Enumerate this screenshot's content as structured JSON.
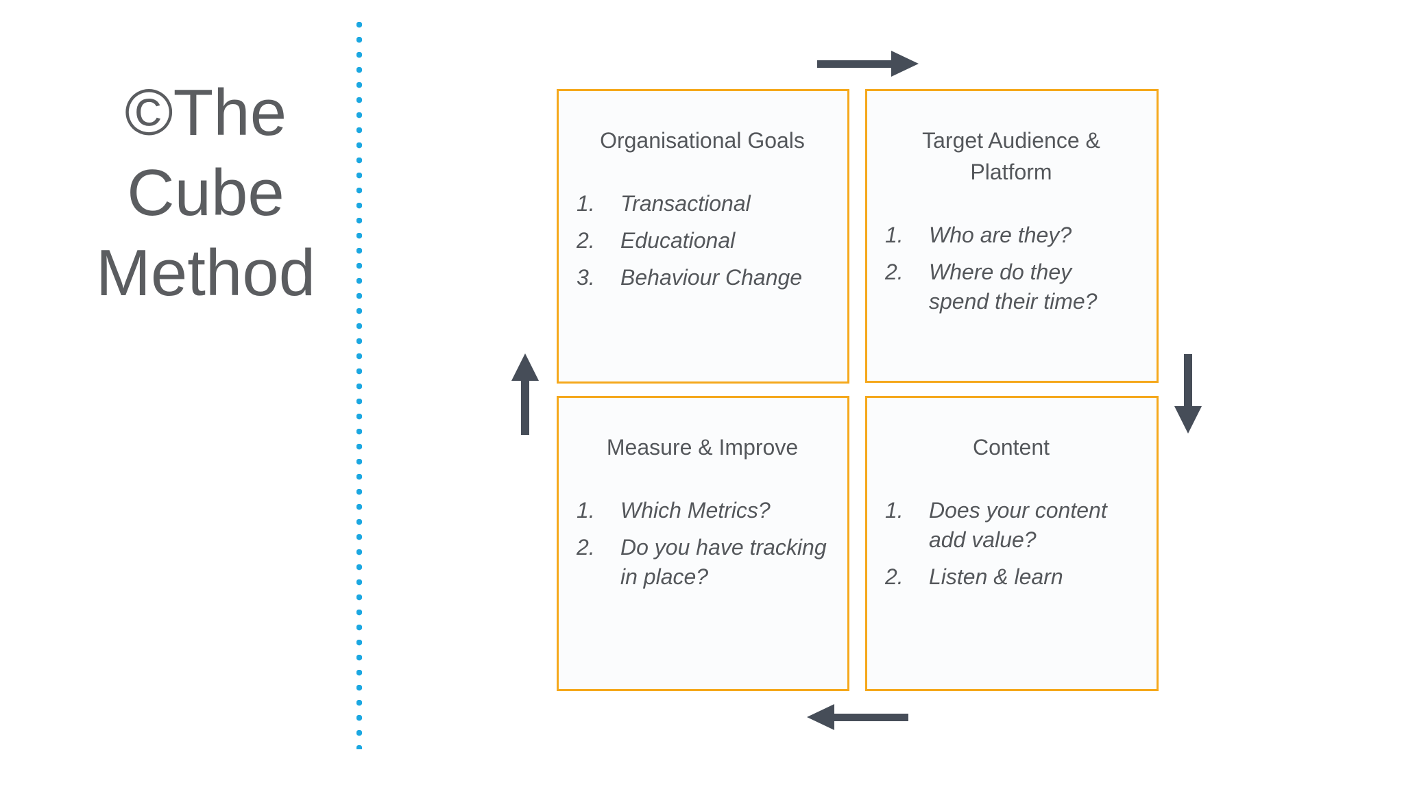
{
  "title": {
    "text": "©The Cube Method"
  },
  "colors": {
    "title_text": "#5B5D60",
    "body_text": "#54575B",
    "quadrant_border": "#F5A81C",
    "quadrant_fill": "#FBFCFD",
    "dotted_divider": "#1BA7E1",
    "arrow": "#464D58",
    "background": "#FFFFFF"
  },
  "divider": {
    "style": "dotted",
    "orientation": "vertical"
  },
  "quadrants": [
    {
      "title": "Organisational Goals",
      "items": [
        "Transactional",
        "Educational",
        "Behaviour Change"
      ]
    },
    {
      "title": "Target Audience & Platform",
      "items": [
        "Who are they?",
        "Where do they spend their time?"
      ]
    },
    {
      "title": "Measure & Improve",
      "items": [
        "Which Metrics?",
        "Do you have tracking in place?"
      ]
    },
    {
      "title": "Content",
      "items": [
        "Does your content add value?",
        "Listen & learn"
      ]
    }
  ],
  "arrows": [
    {
      "position": "top",
      "direction": "right"
    },
    {
      "position": "right",
      "direction": "down"
    },
    {
      "position": "bottom",
      "direction": "left"
    },
    {
      "position": "left",
      "direction": "up"
    }
  ]
}
